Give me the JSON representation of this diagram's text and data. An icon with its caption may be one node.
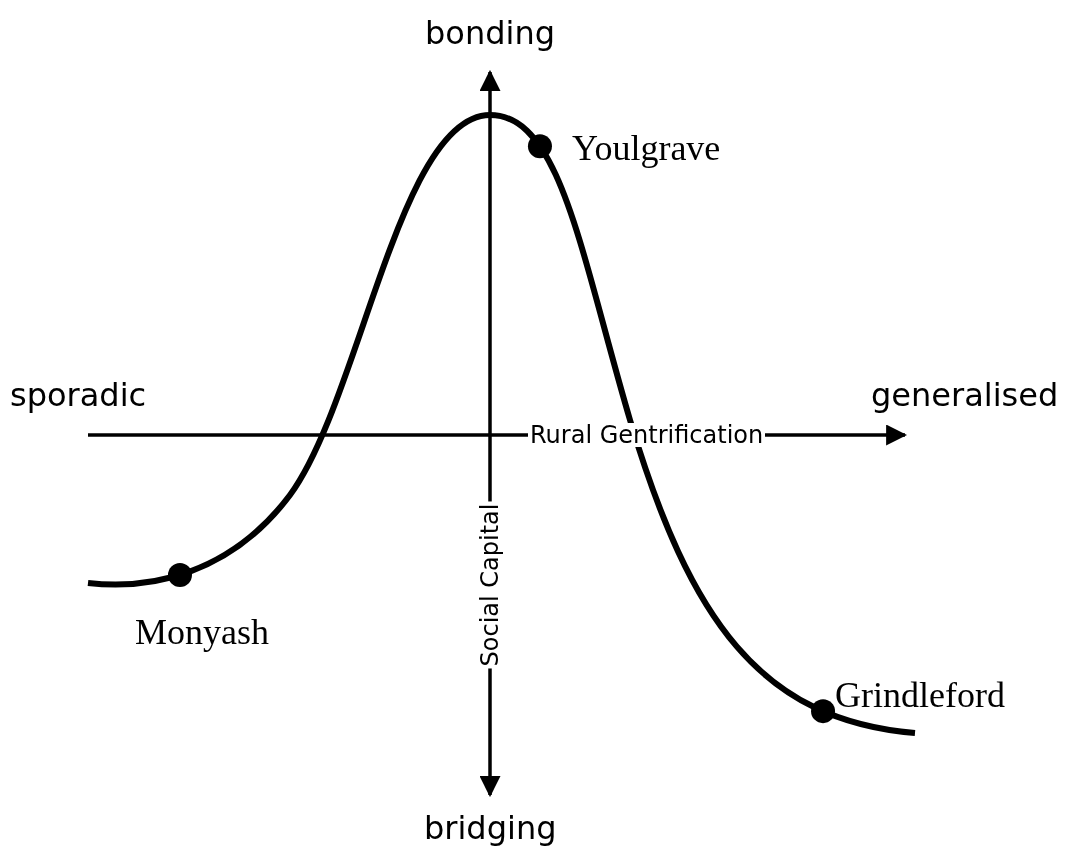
{
  "diagram": {
    "labels": [
      "bonding",
      "Youlgrave",
      "sporadic",
      "generalised",
      "Rural Gentrification",
      "Social Capital",
      "Monyash",
      "Grindleford",
      "bridging"
    ]
  }
}
